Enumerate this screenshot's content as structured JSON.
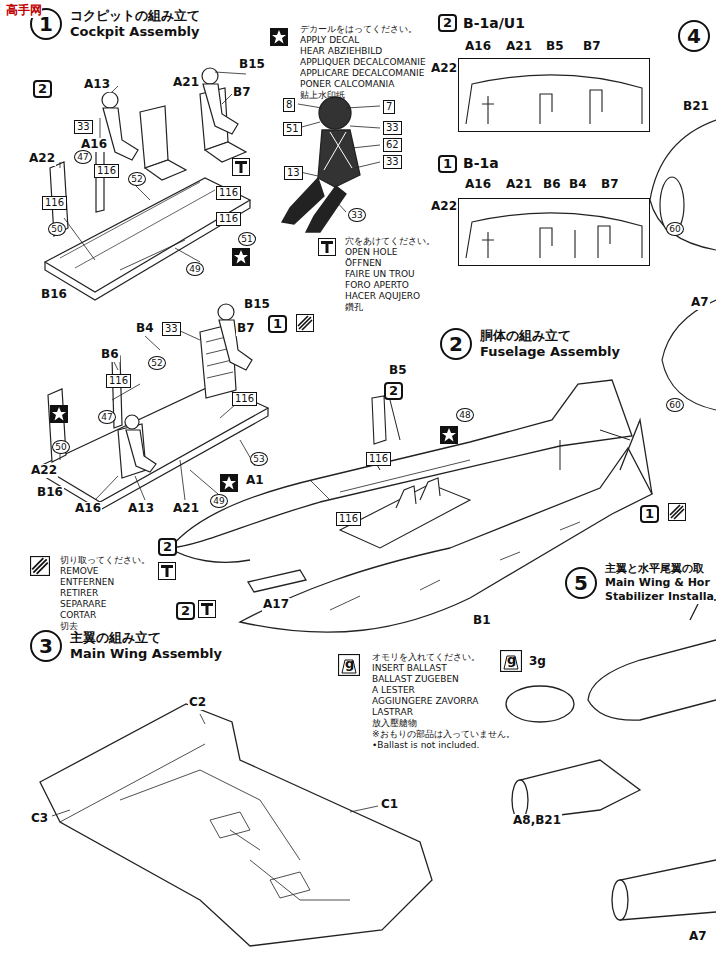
{
  "diagram": {
    "nodes": [
      {
        "text": [
          "1",
          "コクピットの組み立て",
          "Cockpit Assembly"
        ]
      },
      {
        "text": [
          "B-1a/U1"
        ]
      },
      {
        "text": [
          "B-1a"
        ]
      },
      {
        "text": [
          "4"
        ]
      },
      {
        "text": [
          "2",
          "胴体の組み立て",
          "Fuselage Assembly"
        ]
      },
      {
        "text": [
          "5",
          "主翼と水平尾翼の取",
          "Main Wing & Hor",
          "Stabilizer Installa"
        ]
      },
      {
        "text": [
          "3",
          "主翼の組み立て",
          "Main Wing Assembly"
        ]
      }
    ],
    "labels": [
      "高手网",
      "2",
      "A13",
      "A21",
      "B15",
      "B7",
      "33",
      "A16",
      "47",
      "A22",
      "52",
      "116",
      "116",
      "116",
      "116",
      "50",
      "51",
      "49",
      "B16",
      "デカールをはってください。",
      "APPLY DECAL",
      "HEAR ABZIEHBILD",
      "APPLIQUER DECALCOMANIE",
      "APPLICARE DECALCOMANIE",
      "PONER CALCOMANIA",
      "贴上水印纸",
      "8",
      "7",
      "51",
      "33",
      "62",
      "33",
      "13",
      "33",
      "穴をあけてください。",
      "OPEN HOLE",
      "ÖFFNEN",
      "FAIRE UN TROU",
      "FORO APERTO",
      "HACER AQUJERO",
      "鑽孔",
      "2",
      "A22",
      "A16",
      "A21",
      "B5",
      "B7",
      "1",
      "A22",
      "A16",
      "A21",
      "B6",
      "B4",
      "B7",
      "B21",
      "60",
      "A7",
      "60",
      "B15",
      "B4",
      "33",
      "B7",
      "1",
      "B6",
      "52",
      "116",
      "116",
      "47",
      "50",
      "A22",
      "53",
      "A1",
      "B16",
      "49",
      "A16",
      "A13",
      "A21",
      "B5",
      "2",
      "48",
      "116",
      "116",
      "1",
      "2",
      "2",
      "A17",
      "B1",
      "切り取ってください。",
      "REMOVE",
      "ENTFERNEN",
      "RETIRER",
      "SEPARARE",
      "CORTAR",
      "切去",
      "C2",
      "C3",
      "C1",
      "g",
      "オモリを入れてください。",
      "INSERT BALLAST",
      "BALLAST ZUGEBEN",
      "A LESTER",
      "AGGIUNGERE ZAVORRA",
      "LASTRAR",
      "放入壓艙物",
      "※おもりの部品は入っていません。",
      "•Ballast is not included.",
      "g",
      "3g",
      "A8,B21",
      "A7"
    ]
  }
}
